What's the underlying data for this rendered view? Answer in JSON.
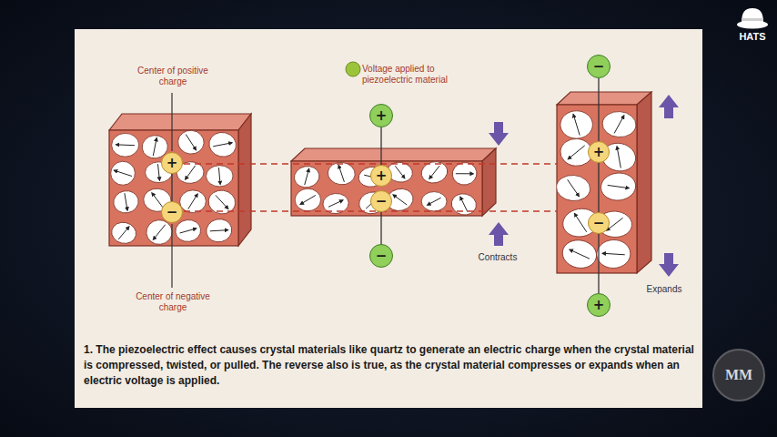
{
  "diagram": {
    "caption": "1. The piezoelectric effect causes crystal materials like quartz to generate an electric charge when the crystal material is compressed, twisted, or pulled. The reverse also is true, as the crystal material compresses or expands when an electric voltage is applied.",
    "nodes": [
      {
        "text": [
          "+"
        ]
      },
      {
        "text": [
          "−"
        ]
      },
      {
        "text": [
          "+"
        ]
      },
      {
        "text": [
          "+"
        ]
      },
      {
        "text": [
          "−"
        ]
      },
      {
        "text": [
          "−"
        ]
      },
      {
        "text": [
          "−"
        ]
      },
      {
        "text": [
          "+"
        ]
      },
      {
        "text": [
          "−"
        ]
      },
      {
        "text": [
          "+"
        ]
      }
    ],
    "edges": [
      {
        "from": 0,
        "to": 1,
        "arrow": "none"
      },
      {
        "from": 2,
        "to": 3,
        "arrow": "none"
      },
      {
        "from": 4,
        "to": 5,
        "arrow": "none"
      },
      {
        "from": 6,
        "to": 7,
        "arrow": "none"
      },
      {
        "from": 7,
        "to": 8,
        "arrow": "none"
      },
      {
        "from": 8,
        "to": 9,
        "arrow": "none"
      }
    ],
    "labels": [
      "Center of positive charge",
      "Center of negative charge",
      "Voltage applied to piezoelectric material",
      "Contracts",
      "Expands",
      "HATS",
      "MM"
    ]
  }
}
